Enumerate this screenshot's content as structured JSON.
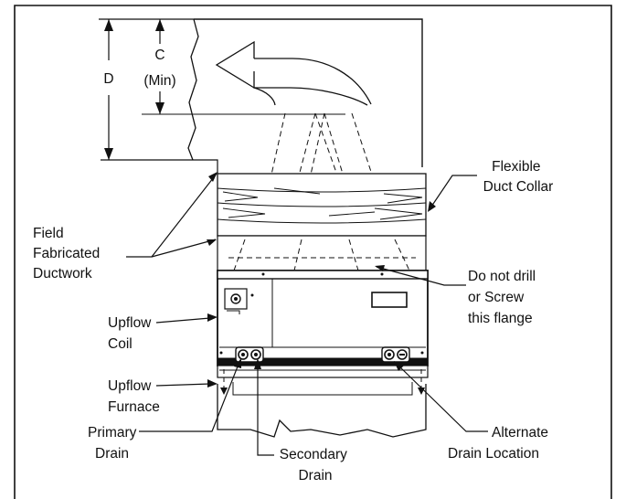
{
  "diagram": {
    "dimensions": {
      "c_letter": "C",
      "c_note": "(Min)",
      "d_letter": "D"
    },
    "labels": {
      "flexible_duct_collar": [
        "Flexible",
        "Duct Collar"
      ],
      "field_fabricated_ductwork": [
        "Field",
        "Fabricated",
        "Ductwork"
      ],
      "do_not_drill": [
        "Do not drill",
        "or Screw",
        "this flange"
      ],
      "upflow_coil": [
        "Upflow",
        "Coil"
      ],
      "upflow_furnace": [
        "Upflow",
        "Furnace"
      ],
      "primary_drain": [
        "Primary",
        "Drain"
      ],
      "secondary_drain": [
        "Secondary",
        "Drain"
      ],
      "alternate_drain": [
        "Alternate",
        "Drain Location"
      ]
    }
  }
}
